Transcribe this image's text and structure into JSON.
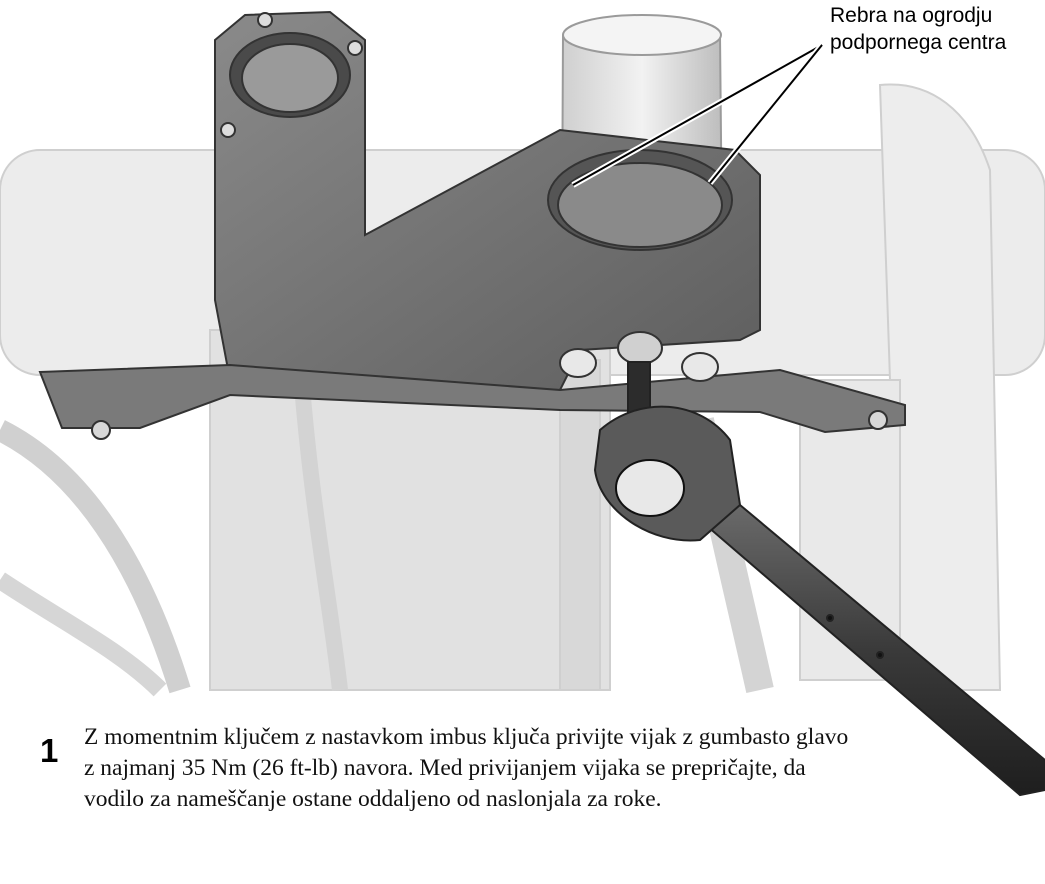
{
  "callout": {
    "line1": "Rebra na ogrodju",
    "line2": "podpornega centra"
  },
  "step": {
    "number": "1",
    "text": "Z momentnim ključem z nastavkom imbus ključa privijte vijak z gumbasto glavo z najmanj 35 Nm (26 ft-lb) navora. Med privijanjem vijaka se prepričajte, da vodilo za nameščanje ostane oddaljeno od naslonjala za roke."
  },
  "colors": {
    "part_dark": "#6e6e6e",
    "background_parts": "#e4e4e4",
    "text": "#000000"
  }
}
